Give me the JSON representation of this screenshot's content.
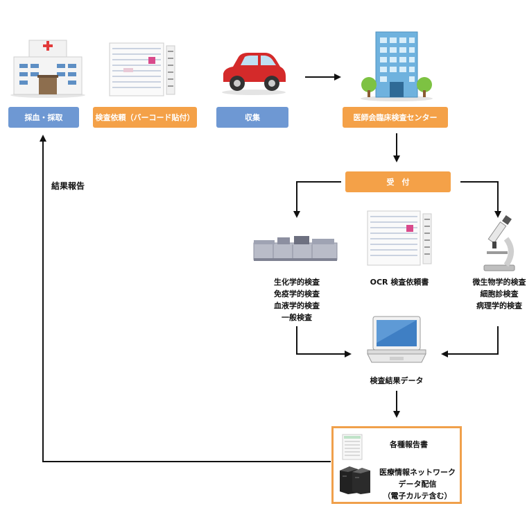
{
  "steps": {
    "blood_collection": "採血・採取",
    "test_request": "検査依頼（バーコード貼付）",
    "collection": "収集",
    "lab_center": "医師会臨床検査センター",
    "reception": "受　付"
  },
  "feedback_label": "結果報告",
  "analysis": {
    "left": [
      "生化学的検査",
      "免疫学的検査",
      "血液学的検査",
      "一般検査"
    ],
    "middle": "OCR 検査依頼書",
    "right": [
      "微生物学的検査",
      "細胞診検査",
      "病理学的検査"
    ]
  },
  "result_data": "検査結果データ",
  "output_box": {
    "reports": "各種報告書",
    "network": [
      "医療情報ネットワーク",
      "データ配信",
      "（電子カルテ含む）"
    ]
  },
  "colors": {
    "blue_box": "#6e98d3",
    "orange_box": "#f4a148",
    "output_border": "#f0a04b",
    "arrow": "#111111"
  },
  "icons": [
    "hospital-icon",
    "request-form-icon",
    "car-icon",
    "building-icon",
    "analyzer-machine-icon",
    "ocr-form-icon",
    "microscope-icon",
    "laptop-icon",
    "report-sheet-icon",
    "server-icon"
  ]
}
